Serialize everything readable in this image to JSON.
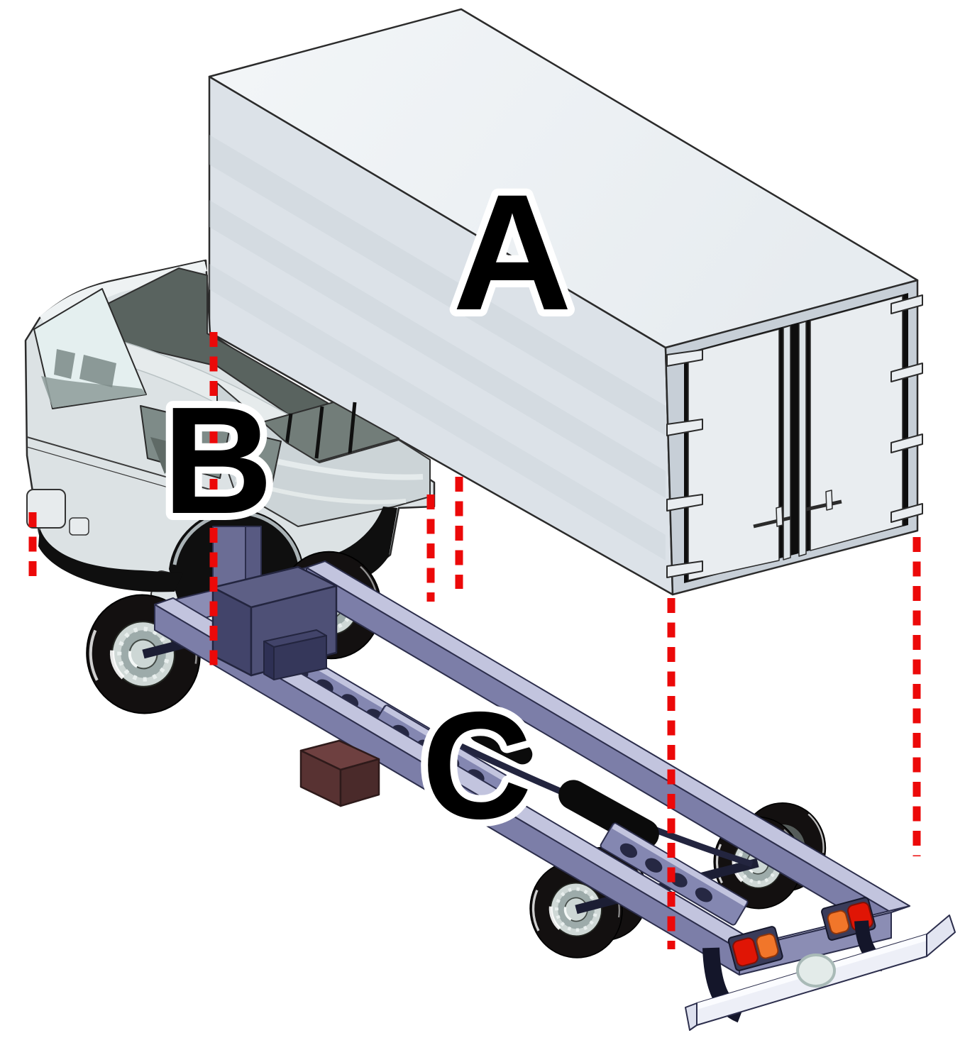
{
  "diagram": {
    "description": "Exploded isometric assembly diagram of a box truck: cargo box (A) raised above, cab (B) at front left, ladder chassis with wheels (C) below, aligned with red dashed assembly guide lines.",
    "parts": {
      "A": {
        "label": "A",
        "name": "cargo-box"
      },
      "B": {
        "label": "B",
        "name": "cab"
      },
      "C": {
        "label": "C",
        "name": "chassis-frame"
      }
    },
    "guide_lines": {
      "color": "#ec0909",
      "style": "dashed",
      "count": 6
    },
    "colors": {
      "background": "#ffffff",
      "box_top": "#eef1f4",
      "box_side": "#dce2e8",
      "box_rear_frame": "#c7cfd7",
      "box_doors": "#e9edf0",
      "cab_body": "#dce2e4",
      "cab_windows": "#7e8b88",
      "cab_roof_opening": "#59635f",
      "chassis_light": "#c2c4de",
      "chassis_side": "#7c7ea8",
      "engine_block": "#4e5076",
      "fuel_tank": "#583232",
      "tires": "#131010",
      "tail_light_red": "#e01505",
      "tail_light_orange": "#f1762a",
      "label_fill": "#000000",
      "label_outline": "#ffffff"
    }
  }
}
